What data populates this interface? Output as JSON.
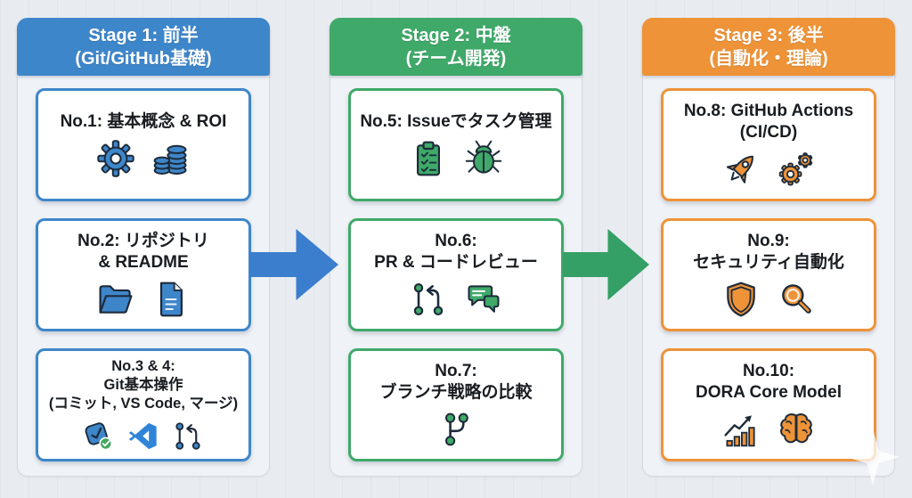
{
  "canvas": {
    "background": "#E8ECF1"
  },
  "stages": [
    {
      "name": "stage-1",
      "title": "Stage 1: 前半\n(Git/GitHub基礎)",
      "accent": "#3E86CA",
      "cards": [
        {
          "title": "No.1: 基本概念 & ROI",
          "icons": [
            "gear-icon",
            "coins-icon"
          ]
        },
        {
          "title": "No.2: リポジトリ\n& README",
          "icons": [
            "folder-icon",
            "document-icon"
          ]
        },
        {
          "title": "No.3 & 4:\nGit基本操作\n(コミット, VS Code, マージ)",
          "icons": [
            "commit-check-icon",
            "vscode-icon",
            "pull-request-icon"
          ]
        }
      ]
    },
    {
      "name": "stage-2",
      "title": "Stage 2: 中盤\n(チーム開発)",
      "accent": "#3FA969",
      "cards": [
        {
          "title": "No.5: Issueでタスク管理",
          "icons": [
            "clipboard-checklist-icon",
            "bug-icon"
          ]
        },
        {
          "title": "No.6:\nPR & コードレビュー",
          "icons": [
            "pull-request-icon",
            "chat-bubbles-icon"
          ]
        },
        {
          "title": "No.7:\nブランチ戦略の比較",
          "icons": [
            "branch-icon"
          ]
        }
      ]
    },
    {
      "name": "stage-3",
      "title": "Stage 3: 後半\n(自動化・理論)",
      "accent": "#EE9338",
      "cards": [
        {
          "title": "No.8: GitHub Actions\n(CI/CD)",
          "icons": [
            "rocket-icon",
            "gears-icon"
          ]
        },
        {
          "title": "No.9:\nセキュリティ自動化",
          "icons": [
            "shield-icon",
            "magnifier-icon"
          ]
        },
        {
          "title": "No.10:\nDORA Core Model",
          "icons": [
            "growth-chart-icon",
            "brain-icon"
          ]
        }
      ]
    }
  ],
  "arrows": [
    {
      "name": "arrow-stage1-to-stage2",
      "color": "#3C7ECE"
    },
    {
      "name": "arrow-stage2-to-stage3",
      "color": "#35A065"
    }
  ]
}
